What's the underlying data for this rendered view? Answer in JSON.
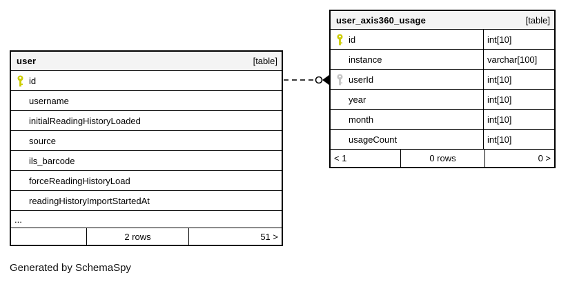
{
  "diagram": {
    "generator_note": "Generated by SchemaSpy",
    "relationship": {
      "from": "user.id",
      "to": "user_axis360_usage.userId",
      "style": "dashed-line-open-circle-filled-arrow"
    },
    "colors": {
      "primary_key_icon": "#cccc00",
      "foreign_key_icon": "#c0c0c0",
      "header_bg": "#f4f4f4",
      "border": "#000000",
      "background": "#ffffff"
    },
    "tables": [
      {
        "name": "user",
        "badge": "[table]",
        "columns": [
          {
            "name": "id",
            "key": "primary"
          },
          {
            "name": "username",
            "key": ""
          },
          {
            "name": "initialReadingHistoryLoaded",
            "key": ""
          },
          {
            "name": "source",
            "key": ""
          },
          {
            "name": "ils_barcode",
            "key": ""
          },
          {
            "name": "forceReadingHistoryLoad",
            "key": ""
          },
          {
            "name": "readingHistoryImportStartedAt",
            "key": ""
          }
        ],
        "ellipsis": "...",
        "footer": {
          "left": "",
          "center": "2 rows",
          "right": "51 >"
        }
      },
      {
        "name": "user_axis360_usage",
        "badge": "[table]",
        "columns": [
          {
            "name": "id",
            "type": "int[10]",
            "key": "primary"
          },
          {
            "name": "instance",
            "type": "varchar[100]",
            "key": ""
          },
          {
            "name": "userId",
            "type": "int[10]",
            "key": "foreign"
          },
          {
            "name": "year",
            "type": "int[10]",
            "key": ""
          },
          {
            "name": "month",
            "type": "int[10]",
            "key": ""
          },
          {
            "name": "usageCount",
            "type": "int[10]",
            "key": ""
          }
        ],
        "footer": {
          "left": "< 1",
          "center": "0 rows",
          "right": "0 >"
        }
      }
    ]
  }
}
